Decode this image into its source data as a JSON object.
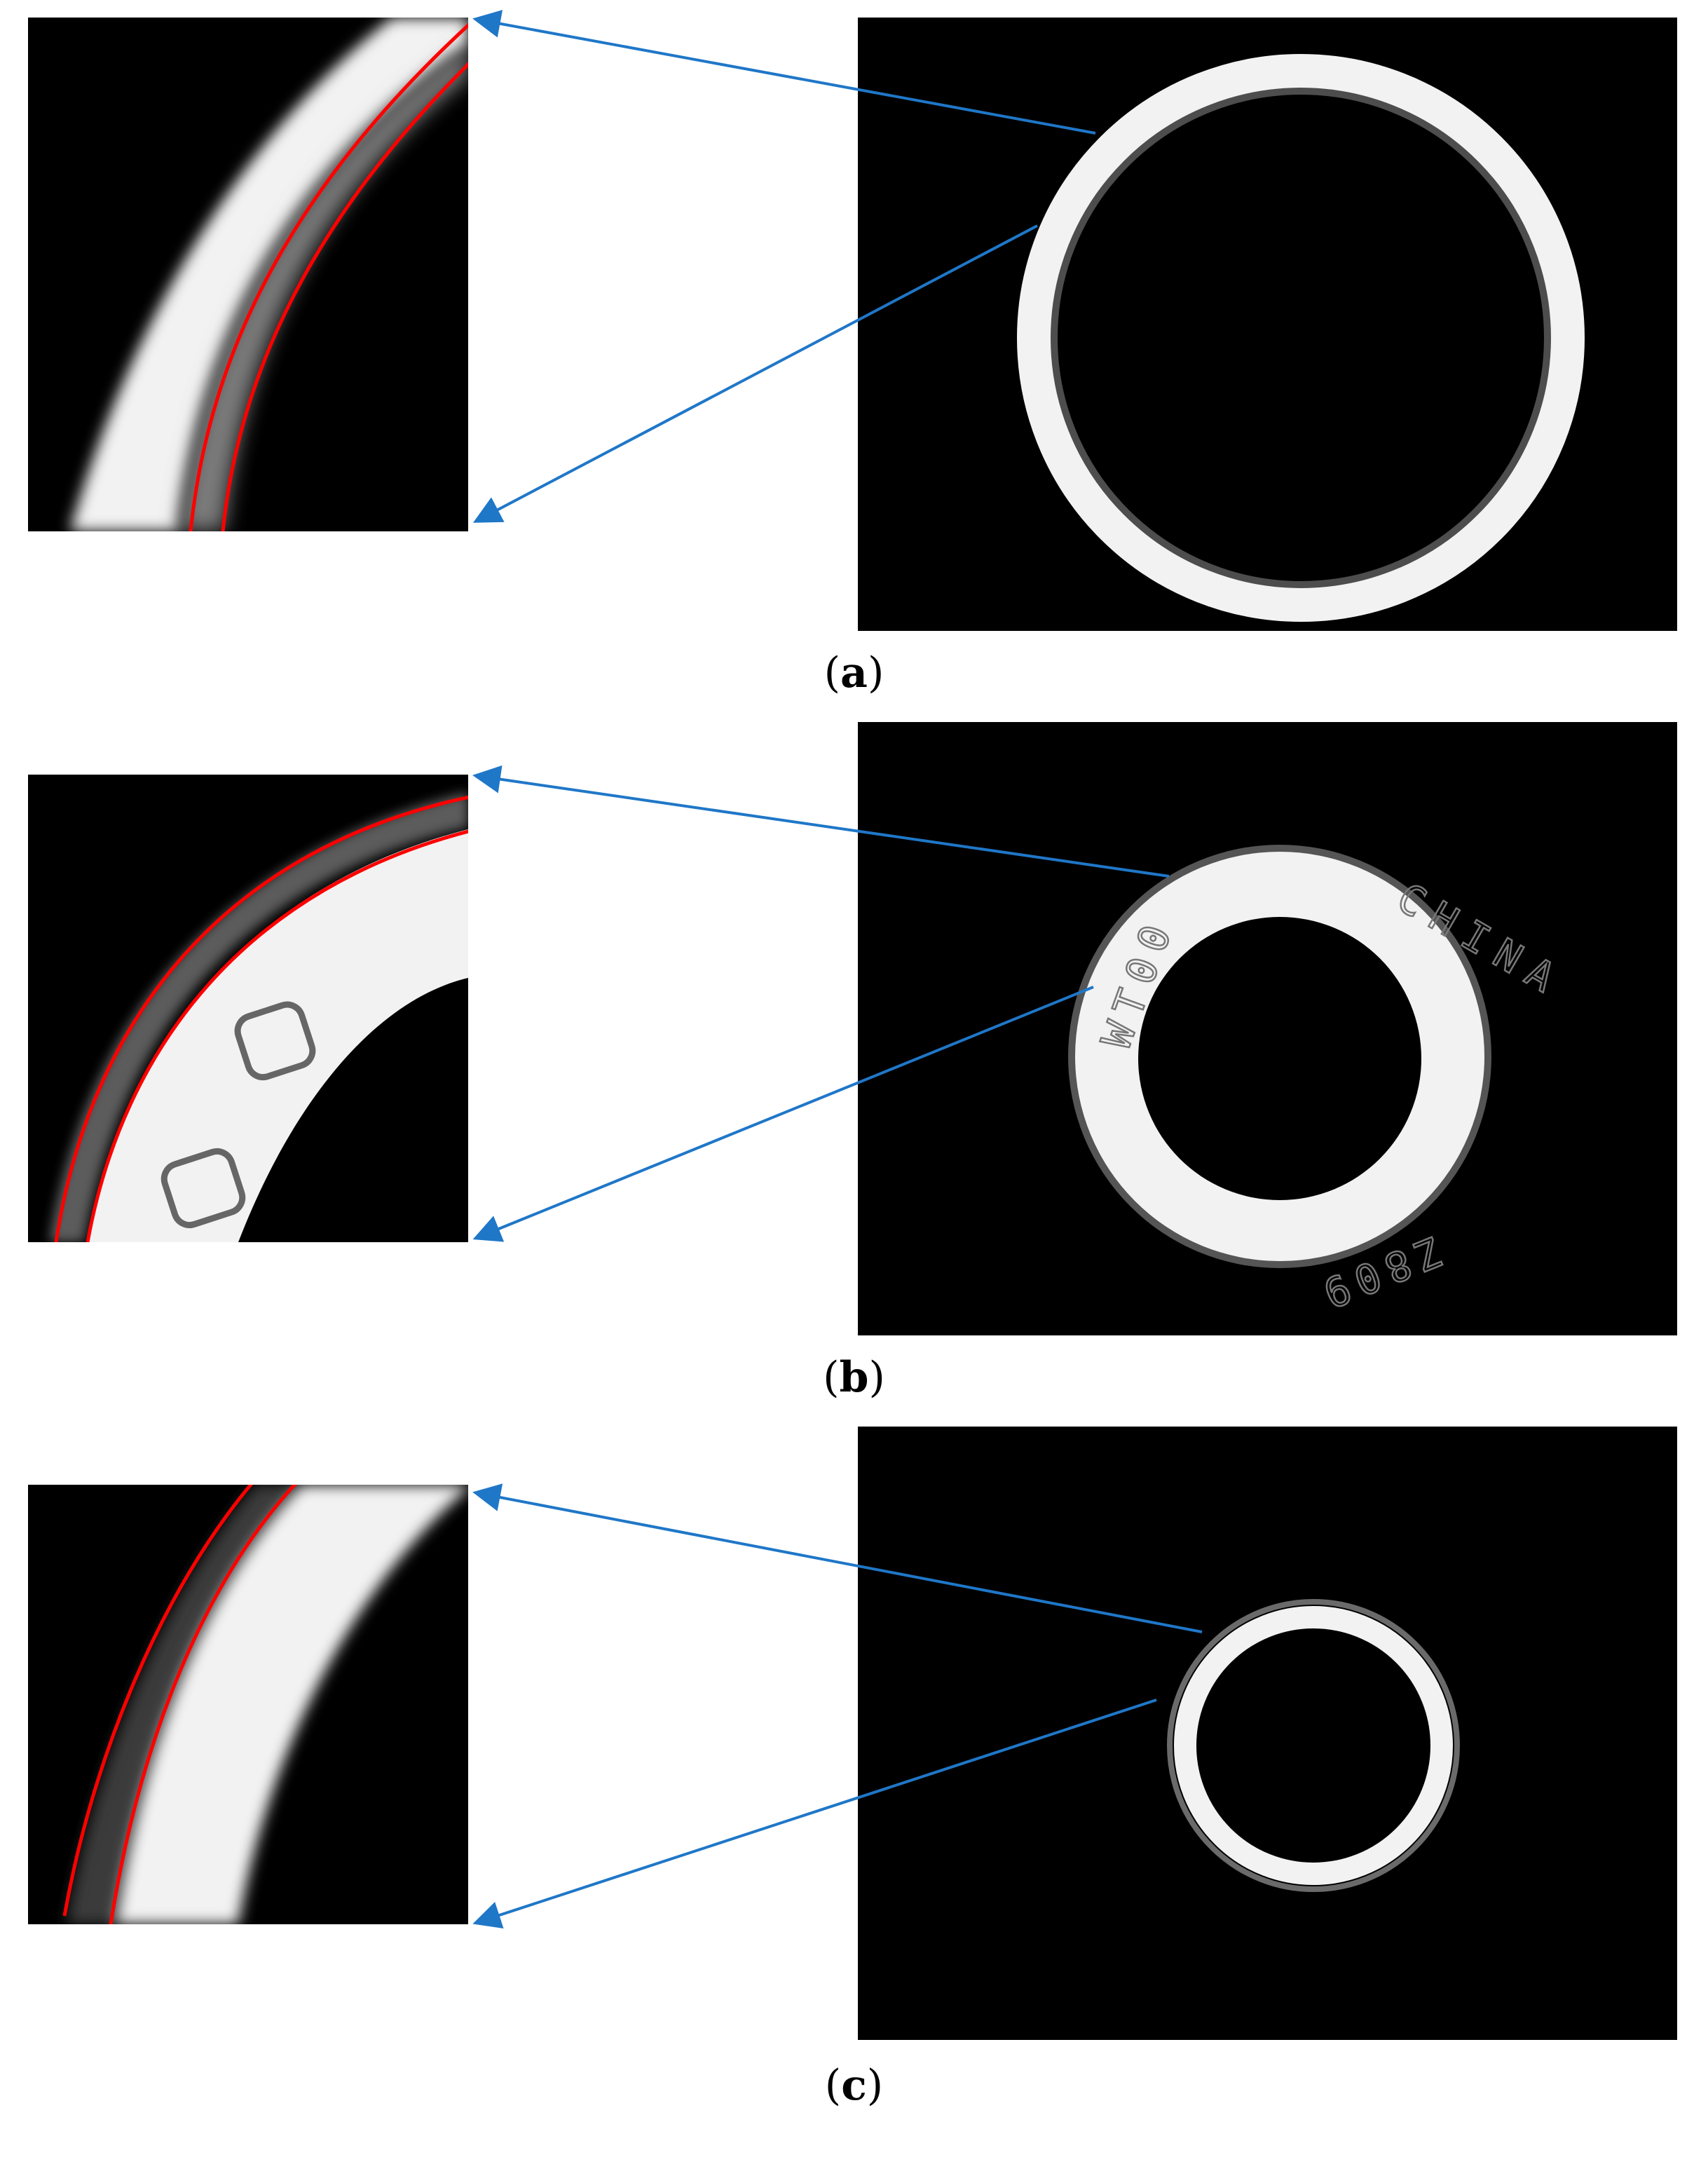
{
  "figure": {
    "panels": [
      {
        "id": "a",
        "label": "a"
      },
      {
        "id": "b",
        "label": "b"
      },
      {
        "id": "c",
        "label": "c"
      }
    ],
    "bearing_text": {
      "top": "CHINA",
      "left": "WT00",
      "bottom": "Z809"
    },
    "colors": {
      "edge_contour": "#ff0000",
      "arrow": "#1f77c8",
      "background": "#000000",
      "ring": "#f2f2f2"
    }
  }
}
